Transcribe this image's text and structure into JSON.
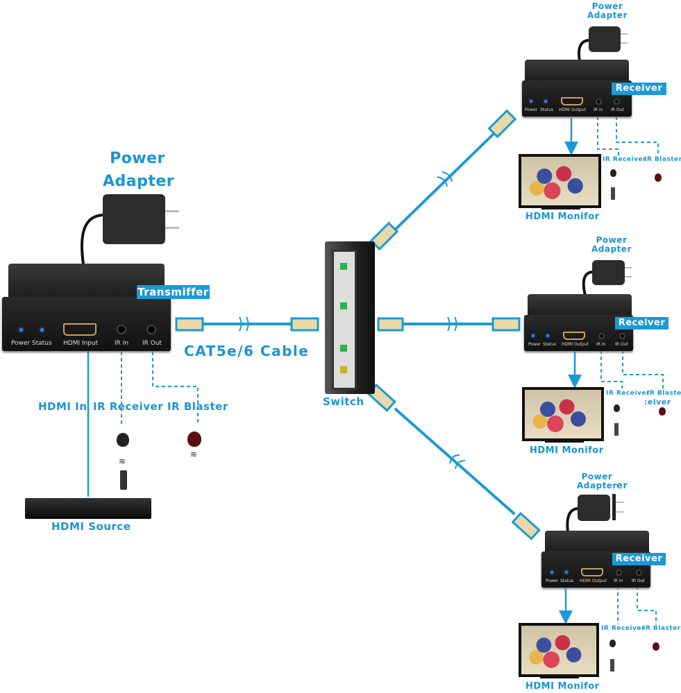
{
  "colors": {
    "accent": "#1a9ad6",
    "device": "#1b1b1b",
    "hdmi_port": "#c9a25a",
    "led": "#2a7fff",
    "switch_led_green": "#2bb24c",
    "switch_led_yellow": "#c9b028"
  },
  "transmitter": {
    "power_adapter_line1": "Power",
    "power_adapter_line2": "Adapter",
    "label": "Transmiffer",
    "ports": [
      "Power",
      "Status",
      "HDMI Input",
      "IR In",
      "IR Out"
    ],
    "hdmi_in": "HDMI In",
    "ir_receiver": "IR Receiver",
    "ir_blaster": "IR Blaster",
    "source": "HDMI Source"
  },
  "cable_label": "CAT5e/6 Cable",
  "switch": {
    "label": "Switch"
  },
  "receivers": [
    {
      "power_adapter_line1": "Power",
      "power_adapter_line2": "Adapter",
      "label": "Receiver",
      "ports": [
        "Power",
        "Status",
        "HDMI Output",
        "IR In",
        "IR Out"
      ],
      "ir_receiver": "IR Receiver",
      "ir_blaster": "IR Blaster",
      "monitor": "HDMI Monifor"
    },
    {
      "power_adapter_line1": "Power",
      "power_adapter_line2": "Adapter",
      "label": "Receiver",
      "ports": [
        "Power",
        "Status",
        "HDMI Output",
        "IR In",
        "IR Out"
      ],
      "ir_receiver": "IR Receiver",
      "ir_blaster": "IR Blaster",
      "overlap_fragment": ":eiver",
      "monitor": "HDMI Monifor"
    },
    {
      "power_adapter_line1": "Power",
      "power_adapter_line2": "Adapter",
      "overlap_fragment": "er",
      "label": "Receiver",
      "ports": [
        "Power",
        "Status",
        "HDMI Output",
        "IR In",
        "IR Out"
      ],
      "ir_receiver": "IR Receiver",
      "ir_blaster": "IR Blaster",
      "monitor": "HDMI Monifor"
    }
  ]
}
